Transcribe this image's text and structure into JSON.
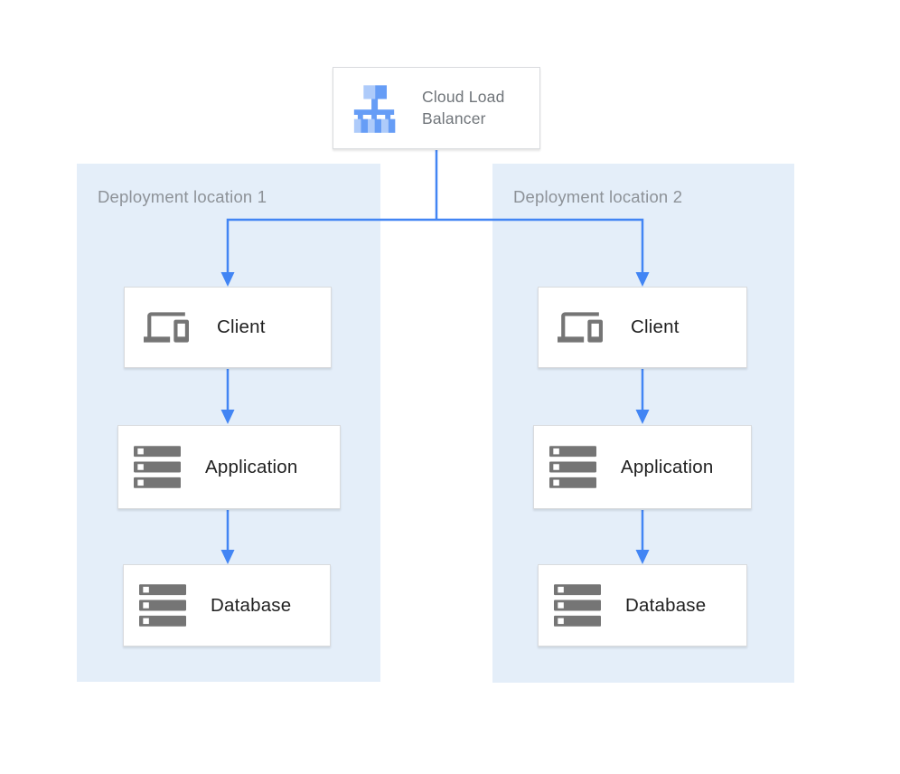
{
  "diagram": {
    "load_balancer": {
      "label": "Cloud Load Balancer"
    },
    "locations": [
      {
        "label": "Deployment location 1",
        "nodes": [
          {
            "label": "Client"
          },
          {
            "label": "Application"
          },
          {
            "label": "Database"
          }
        ]
      },
      {
        "label": "Deployment location 2",
        "nodes": [
          {
            "label": "Client"
          },
          {
            "label": "Application"
          },
          {
            "label": "Database"
          }
        ]
      }
    ]
  },
  "icons": {
    "load_balancer": "cloud-load-balancer-icon",
    "client": "devices-icon",
    "application": "server-stack-icon",
    "database": "server-stack-icon"
  },
  "colors": {
    "arrow_blue": "#4285f4",
    "panel_blue": "#e4eef9",
    "icon_blue_light": "#aecbfa",
    "icon_blue_medium": "#669df6",
    "icon_gray": "#757575",
    "node_border": "#d9dbde",
    "node_label_dark": "#212121",
    "lb_label_gray": "#70757a",
    "panel_label_gray": "#8d9298"
  }
}
